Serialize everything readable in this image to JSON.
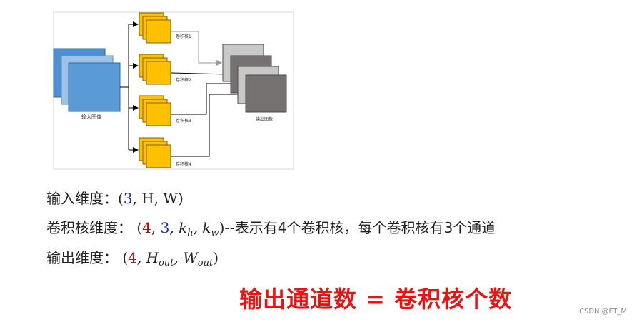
{
  "diagram": {
    "input_label": "输入图像",
    "output_label": "输出图像",
    "kernels": [
      {
        "label": "卷积核1"
      },
      {
        "label": "卷积核2"
      },
      {
        "label": "卷积核3"
      },
      {
        "label": "卷积核4"
      }
    ],
    "colors": {
      "input_back": "#4e8fd4",
      "input_mid": "#9cc3e6",
      "input_front": "#5b9bd5",
      "kernel_fill": "#ffc000",
      "kernel_stroke": "#7f6000",
      "output_light": "#c8c8c8",
      "output_dark": "#767171",
      "border": "#bfbfbf"
    }
  },
  "text": {
    "line1": {
      "prefix": "输入维度：",
      "open": "(",
      "channels": "3",
      "rest": ", H, W)"
    },
    "line2": {
      "prefix": "卷积核维度：",
      "open": "(",
      "num_kernels": "4",
      "comma": ", ",
      "channels": "3",
      "k_part": ", k",
      "sub_h": "h",
      "k_part2": ", k",
      "sub_w": "w",
      "close": ")",
      "suffix": "--表示有4个卷积核，每个卷积核有3个通道"
    },
    "line3": {
      "prefix": "输出维度：",
      "open": "(",
      "num": "4",
      "h_part": ", H",
      "sub_h": "out",
      "w_part": ", W",
      "sub_w": "out",
      "close": ")"
    }
  },
  "conclusion": "输出通道数 = 卷积核个数",
  "watermark": "CSDN @FT_M"
}
